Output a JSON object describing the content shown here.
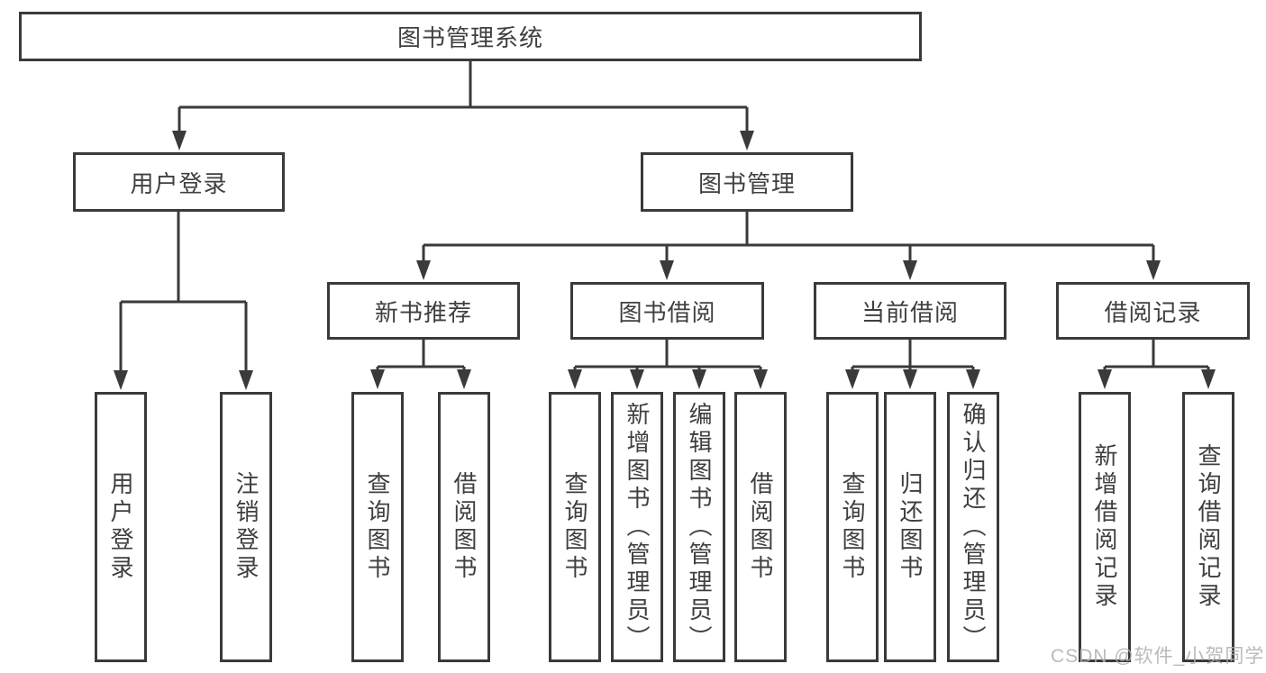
{
  "diagram": {
    "root": {
      "label": "图书管理系统"
    },
    "level2": [
      {
        "id": "user-login",
        "label": "用户登录"
      },
      {
        "id": "book-management",
        "label": "图书管理"
      }
    ],
    "level3": [
      {
        "id": "new-book-recommend",
        "label": "新书推荐"
      },
      {
        "id": "book-borrow",
        "label": "图书借阅"
      },
      {
        "id": "current-borrow",
        "label": "当前借阅"
      },
      {
        "id": "borrow-record",
        "label": "借阅记录"
      }
    ],
    "leaves": {
      "user_login": [
        {
          "label": "用户登录"
        },
        {
          "label": "注销登录"
        }
      ],
      "new_book": [
        {
          "label": "查询图书"
        },
        {
          "label": "借阅图书"
        }
      ],
      "book_borrow": [
        {
          "label": "查询图书"
        },
        {
          "label": "新增图书（管理员）"
        },
        {
          "label": "编辑图书（管理员）"
        },
        {
          "label": "借阅图书"
        }
      ],
      "current_borrow": [
        {
          "label": "查询图书"
        },
        {
          "label": "归还图书"
        },
        {
          "label": "确认归还（管理员）"
        }
      ],
      "borrow_record": [
        {
          "label": "新增借阅记录"
        },
        {
          "label": "查询借阅记录"
        }
      ]
    },
    "colors": {
      "line": "#3a3a3a",
      "text": "#3f3f3f",
      "background": "#ffffff",
      "watermark": "#afafaf"
    }
  },
  "watermark": {
    "text": "CSDN @软件_小贺同学"
  }
}
